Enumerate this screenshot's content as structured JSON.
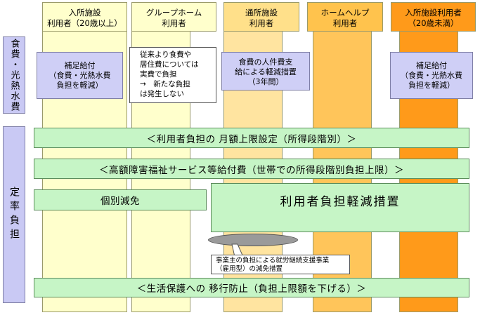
{
  "columns": [
    {
      "id": "nyusho-adult",
      "header": "入所施設\n利用者（20歳以上）",
      "head_color": "#ffffcc",
      "pillar_color": "#ffffcc"
    },
    {
      "id": "group-home",
      "header": "グループホーム\n利用者",
      "head_color": "#ffffcc",
      "pillar_color": "#ffffcc"
    },
    {
      "id": "tsusho",
      "header": "通所施設\n利用者",
      "head_color": "#ffe08a",
      "pillar_color": "#ffe4a0"
    },
    {
      "id": "home-help",
      "header": "ホームヘルプ\n利用者",
      "head_color": "#ffc34d",
      "pillar_color": "#ffc55a"
    },
    {
      "id": "nyusho-minor",
      "header": "入所施設利用者\n（20歳未満）",
      "head_color": "#ff9a1a",
      "pillar_color": "#ff9a1a"
    }
  ],
  "side_labels": {
    "food": "食費・光熱水費",
    "fixed": "定率負担"
  },
  "food_boxes": {
    "box1": "補足給付\n（食費・光熱水費\n負担を軽減）",
    "box2": "従来より食費や\n居住費については\n実費で負担\n→　新たな負担\nは発生しない",
    "box3": "食費の人件費支\n給による軽減措置\n（3年間）",
    "box4": "補足給付\n（食費・光熱水費\n負担を軽減）"
  },
  "bars": {
    "monthly_cap": "＜利用者負担の 月額上限設定（所得段階別）＞",
    "high_cost": "＜高額障害福祉サービス等給付費（世帯での所得段階別負担上限）＞",
    "individual": "個別減免",
    "reduction": "利用者負担軽減措置",
    "welfare": "＜生活保護への 移行防止（負担上限額を下げる）＞"
  },
  "callout": "事業主の負担による就労継続支援事業\n（雇用型）の減免措置"
}
